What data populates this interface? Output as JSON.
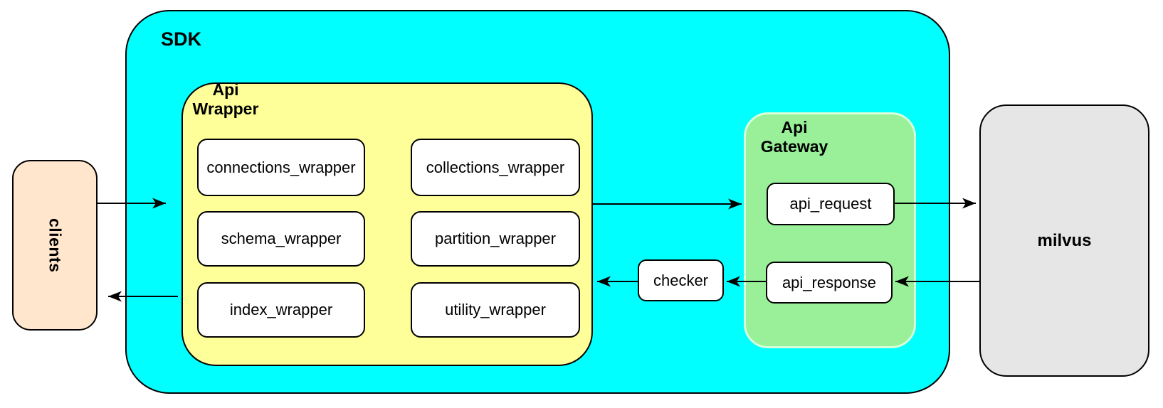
{
  "nodes": {
    "clients": {
      "label": "clients"
    },
    "sdk": {
      "label": "SDK"
    },
    "api_wrapper": {
      "label": "Api Wrapper",
      "boxes": [
        "connections_wrapper",
        "collections_wrapper",
        "schema_wrapper",
        "partition_wrapper",
        "index_wrapper",
        "utility_wrapper"
      ]
    },
    "checker": {
      "label": "checker"
    },
    "api_gateway": {
      "label": "Api Gateway",
      "boxes": [
        "api_request",
        "api_response"
      ]
    },
    "milvus": {
      "label": "milvus"
    }
  },
  "edges": [
    {
      "from": "clients",
      "to": "SDK"
    },
    {
      "from": "Api Wrapper",
      "to": "Api Gateway"
    },
    {
      "from": "api_request",
      "to": "milvus"
    },
    {
      "from": "milvus",
      "to": "api_response"
    },
    {
      "from": "api_response",
      "to": "checker"
    },
    {
      "from": "checker",
      "to": "Api Wrapper"
    },
    {
      "from": "SDK",
      "to": "clients"
    }
  ],
  "colors": {
    "sdk_fill": "#00FFFF",
    "api_wrapper_fill": "#FFFF99",
    "api_gateway_fill": "#99F099",
    "clients_fill": "#FFE6CC",
    "milvus_fill": "#E6E6E6",
    "leaf_fill": "#FFFFFF",
    "border": "#000000",
    "edge": "#000000"
  }
}
